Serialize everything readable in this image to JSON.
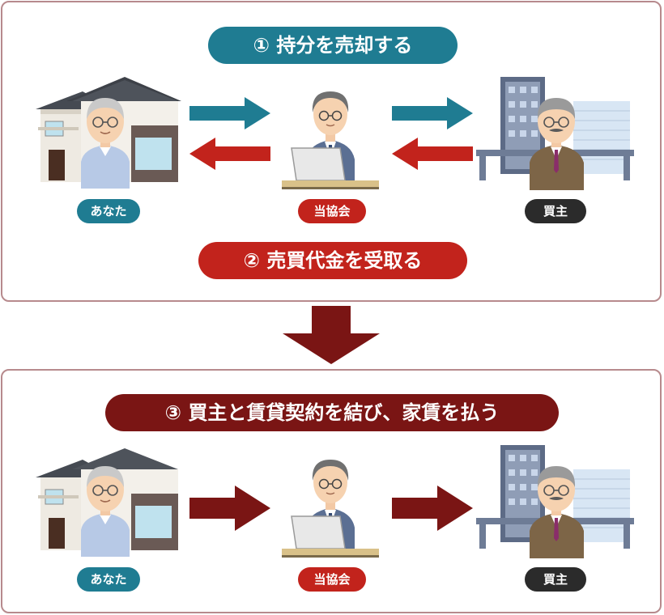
{
  "step1_title": "① 持分を売却する",
  "step2_title": "② 売買代金を受取る",
  "step3_title": "③ 買主と賃貸契約を結び、家賃を払う",
  "labels": {
    "you": "あなた",
    "association": "当協会",
    "buyer": "買主"
  },
  "colors": {
    "teal": "#1f7c92",
    "red": "#c2231c",
    "dark": "#2b2b2b",
    "maroon": "#7a1514",
    "border": "#b78a8d"
  }
}
